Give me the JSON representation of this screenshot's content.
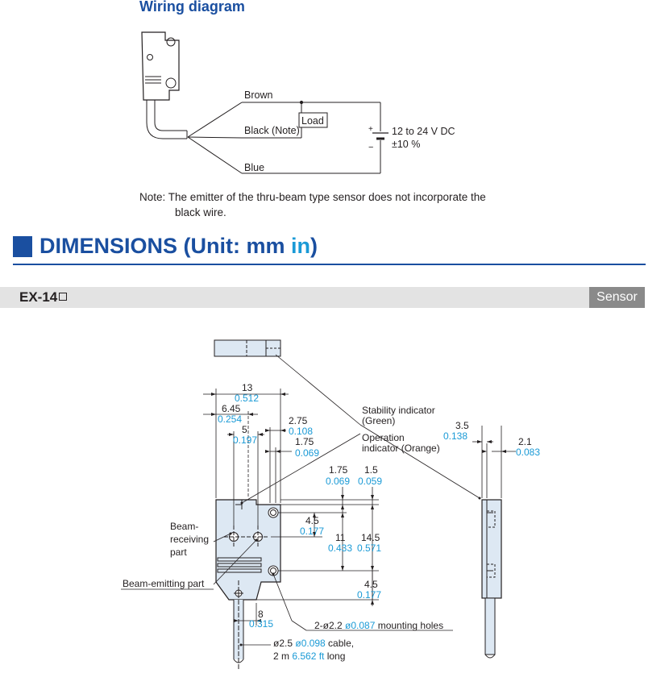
{
  "wiring": {
    "title": "Wiring diagram",
    "brown": "Brown",
    "black": "Black (Note)",
    "blue": "Blue",
    "load": "Load",
    "supply_line1": "12 to 24 V DC",
    "supply_line2": "±10 %",
    "plus": "+",
    "minus": "−"
  },
  "note": {
    "prefix": "Note:",
    "line1": "The emitter of the thru-beam type sensor does not incorporate the",
    "line2": "black wire."
  },
  "dimensions": {
    "title_main": "DIMENSIONS (Unit: mm ",
    "title_in": "in",
    "title_close": ")",
    "model": "EX-14",
    "tag": "Sensor"
  },
  "dims": {
    "d13_mm": "13",
    "d13_in": "0.512",
    "d645_mm": "6.45",
    "d645_in": "0.254",
    "d5_mm": "5",
    "d5_in": "0.197",
    "d275_mm": "2.75",
    "d275_in": "0.108",
    "d175a_mm": "1.75",
    "d175a_in": "0.069",
    "d175b_mm": "1.75",
    "d175b_in": "0.069",
    "d15_mm": "1.5",
    "d15_in": "0.059",
    "d45a_mm": "4.5",
    "d45a_in": "0.177",
    "d11_mm": "11",
    "d11_in": "0.433",
    "d145_mm": "14.5",
    "d145_in": "0.571",
    "d45b_mm": "4.5",
    "d45b_in": "0.177",
    "d8_mm": "8",
    "d8_in": "0.315",
    "d35_mm": "3.5",
    "d35_in": "0.138",
    "d21_mm": "2.1",
    "d21_in": "0.083"
  },
  "labels": {
    "stability1": "Stability indicator",
    "stability2": "(Green)",
    "operation1": "Operation",
    "operation2": "indicator (Orange)",
    "beam_recv1": "Beam-",
    "beam_recv2": "receiving",
    "beam_recv3": "part",
    "beam_emit": "Beam-emitting part",
    "holes_mm": "2-ø2.2 ",
    "holes_in": "ø0.087",
    "holes_tail": " mounting holes",
    "cable_mm": "ø2.5 ",
    "cable_in": "ø0.098",
    "cable_tail": " cable,",
    "cable2_mm": "2 m ",
    "cable2_in": "6.562 ft",
    "cable2_tail": " long"
  },
  "colors": {
    "title_blue": "#1a4fa0",
    "inch_blue": "#1a9ad6",
    "body_fill": "#dde8f3",
    "line": "#231f20"
  }
}
